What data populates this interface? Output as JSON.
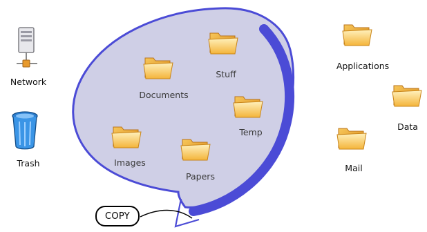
{
  "desktop": {
    "items": [
      {
        "label": "Network",
        "icon": "network-server-icon"
      },
      {
        "label": "Trash",
        "icon": "trash-icon"
      },
      {
        "label": "Applications",
        "icon": "folder-icon"
      },
      {
        "label": "Data",
        "icon": "folder-icon"
      },
      {
        "label": "Mail",
        "icon": "folder-icon"
      }
    ]
  },
  "selection": {
    "items": [
      {
        "label": "Documents",
        "icon": "folder-icon"
      },
      {
        "label": "Stuff",
        "icon": "folder-icon"
      },
      {
        "label": "Temp",
        "icon": "folder-icon"
      },
      {
        "label": "Images",
        "icon": "folder-icon"
      },
      {
        "label": "Papers",
        "icon": "folder-icon"
      }
    ]
  },
  "action": {
    "label": "COPY"
  },
  "colors": {
    "lasso_stroke": "#4b4bd6",
    "lasso_fill": "#cfcfe6",
    "folder_light": "#ffe49a",
    "folder_dark": "#f0a21b"
  }
}
